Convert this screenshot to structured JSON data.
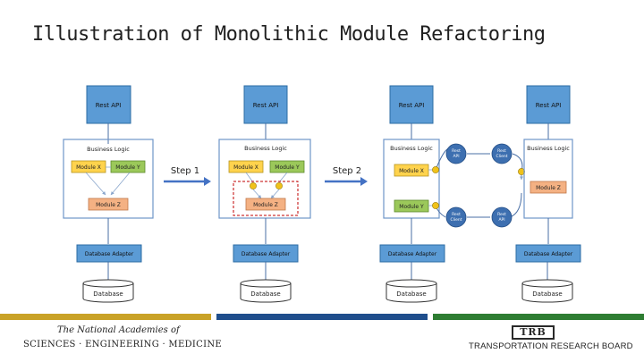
{
  "title": "Illustration of Monolithic Module Refactoring",
  "labels": {
    "rest_api": "Rest API",
    "business_logic": "Business Logic",
    "module_x": "Module X",
    "module_y": "Module Y",
    "module_z": "Module Z",
    "database_adapter": "Database Adapter",
    "database": "Database",
    "step_1": "Step 1",
    "step_2": "Step 2",
    "rest_client": "Rest Client",
    "rest_api_small": "Rest API"
  },
  "footer": {
    "nas_line1": "The National Academies of",
    "nas_line2": "SCIENCES · ENGINEERING · MEDICINE",
    "trb_logo": "TRB",
    "trb_name": "TRANSPORTATION RESEARCH BOARD"
  },
  "colors": {
    "blue_box": "#5b9bd5",
    "blue_border": "#2e6da4",
    "yellow_module": "#ffd34d",
    "green_module": "#9bc85a",
    "orange_module": "#f4b183",
    "footer_yellow": "#c9a227",
    "footer_blue": "#1f4e8c",
    "footer_green": "#2e7d32"
  }
}
